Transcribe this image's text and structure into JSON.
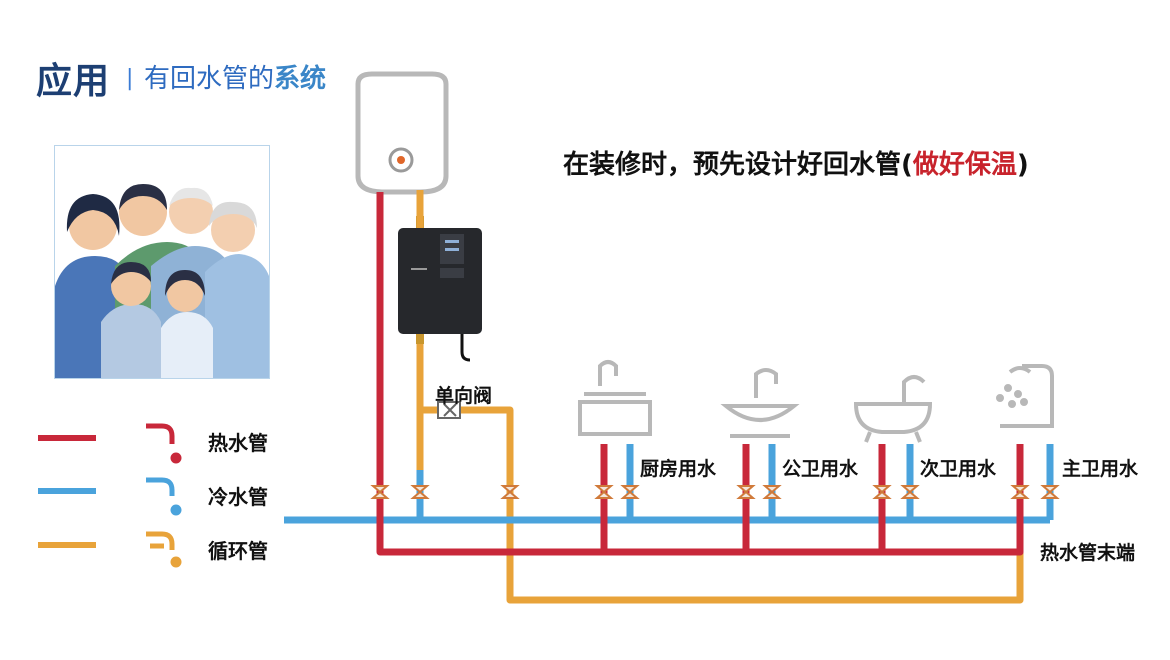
{
  "title": {
    "main": "应用",
    "separator": "|",
    "sub_prefix": "有回水管的",
    "sub_highlight": "系统"
  },
  "headline": {
    "text": "在装修时，预先设计好回水管",
    "paren_open": "(",
    "highlight": "做好保温",
    "paren_close": ")"
  },
  "labels": {
    "check_valve": "单向阀",
    "kitchen": "厨房用水",
    "public_bath": "公卫用水",
    "second_bath": "次卫用水",
    "master_bath": "主卫用水",
    "hot_pipe_end": "热水管末端"
  },
  "legend": [
    {
      "label": "热水管",
      "color": "#c8283a",
      "icon": "hot-faucet-icon"
    },
    {
      "label": "冷水管",
      "color": "#4aa3dc",
      "icon": "cold-faucet-icon"
    },
    {
      "label": "循环管",
      "color": "#e8a33a",
      "icon": "circulation-faucet-icon"
    }
  ],
  "colors": {
    "hot": "#c8283a",
    "cold": "#4aa3dc",
    "circulation": "#e8a33a",
    "outline": "#b8b8b8"
  },
  "icons": [
    "water-heater-icon",
    "circulation-pump-icon",
    "kitchen-sink-icon",
    "wash-basin-icon",
    "bathtub-icon",
    "shower-icon",
    "family-illustration"
  ]
}
